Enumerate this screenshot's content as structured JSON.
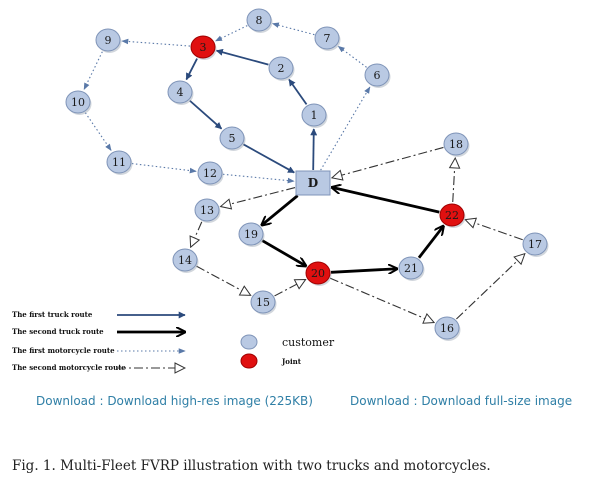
{
  "diagram": {
    "depot": {
      "id": "D",
      "label": "D"
    },
    "nodes": [
      {
        "id": "1",
        "label": "1",
        "type": "customer"
      },
      {
        "id": "2",
        "label": "2",
        "type": "customer"
      },
      {
        "id": "3",
        "label": "3",
        "type": "joint"
      },
      {
        "id": "4",
        "label": "4",
        "type": "customer"
      },
      {
        "id": "5",
        "label": "5",
        "type": "customer"
      },
      {
        "id": "6",
        "label": "6",
        "type": "customer"
      },
      {
        "id": "7",
        "label": "7",
        "type": "customer"
      },
      {
        "id": "8",
        "label": "8",
        "type": "customer"
      },
      {
        "id": "9",
        "label": "9",
        "type": "customer"
      },
      {
        "id": "10",
        "label": "10",
        "type": "customer"
      },
      {
        "id": "11",
        "label": "11",
        "type": "customer"
      },
      {
        "id": "12",
        "label": "12",
        "type": "customer"
      },
      {
        "id": "13",
        "label": "13",
        "type": "customer"
      },
      {
        "id": "14",
        "label": "14",
        "type": "customer"
      },
      {
        "id": "15",
        "label": "15",
        "type": "customer"
      },
      {
        "id": "16",
        "label": "16",
        "type": "customer"
      },
      {
        "id": "17",
        "label": "17",
        "type": "customer"
      },
      {
        "id": "18",
        "label": "18",
        "type": "customer"
      },
      {
        "id": "19",
        "label": "19",
        "type": "customer"
      },
      {
        "id": "20",
        "label": "20",
        "type": "joint"
      },
      {
        "id": "21",
        "label": "21",
        "type": "customer"
      },
      {
        "id": "22",
        "label": "22",
        "type": "joint"
      }
    ],
    "routes": [
      {
        "style": "truck1",
        "path": [
          "D",
          "1",
          "2",
          "3",
          "4",
          "5",
          "D"
        ]
      },
      {
        "style": "truck2",
        "path": [
          "D",
          "19",
          "20",
          "21",
          "22",
          "D"
        ]
      },
      {
        "style": "moto1",
        "path": [
          "3",
          "9",
          "10",
          "11",
          "12",
          "D",
          "6",
          "7",
          "8",
          "3"
        ]
      },
      {
        "style": "moto2",
        "path": [
          "D",
          "13",
          "14",
          "15",
          "20",
          "16",
          "17",
          "22",
          "18",
          "D"
        ]
      }
    ],
    "legend": {
      "routes": [
        {
          "style": "truck1",
          "label": "The first truck route"
        },
        {
          "style": "truck2",
          "label": "The second truck route"
        },
        {
          "style": "moto1",
          "label": "The first motorcycle route"
        },
        {
          "style": "moto2",
          "label": "The second motorcycle route"
        }
      ],
      "customer_label": "customer",
      "joint_label": "Joint"
    },
    "colors": {
      "customer_fill": "#b9c9e3",
      "customer_stroke": "#7f94b8",
      "joint_fill": "#e01010",
      "joint_stroke": "#a00000",
      "depot_fill": "#b9c9e3",
      "truck1": "#2b4a7c",
      "truck2": "#000000",
      "moto1": "#5a79a8",
      "moto2": "#333333"
    }
  },
  "links": {
    "high_res": "Download : Download high-res image (225KB)",
    "full_size": "Download : Download full-size image"
  },
  "caption": "Fig. 1. Multi-Fleet FVRP illustration with two trucks and motorcycles."
}
